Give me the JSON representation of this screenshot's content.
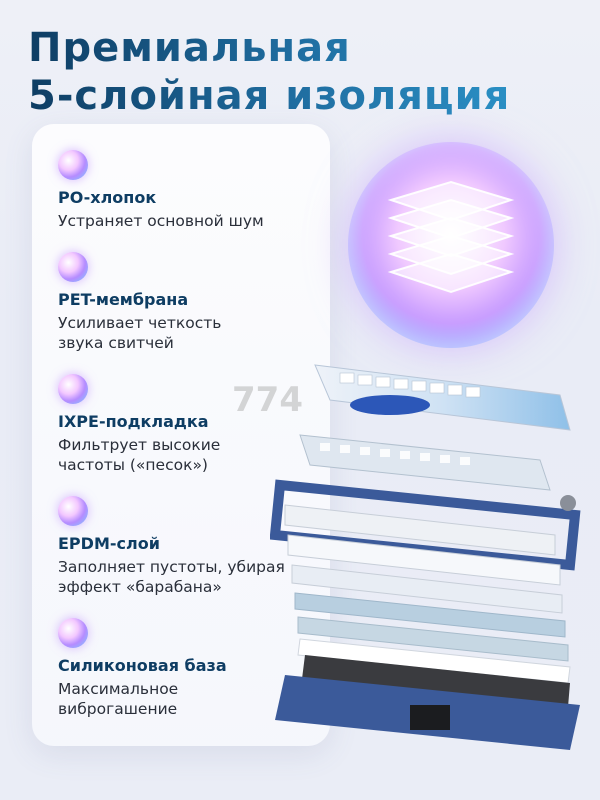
{
  "header": {
    "title_line1": "Премиальная",
    "title_line2": "5-слойная изоляция"
  },
  "watermark": "774",
  "features": [
    {
      "title": "PO-хлопок",
      "desc": "Устраняет основной шум"
    },
    {
      "title": "PET-мембрана",
      "desc": "Усиливает четкость звука свитчей"
    },
    {
      "title": "IXPE-подкладка",
      "desc": "Фильтрует высокие частоты («песок»)"
    },
    {
      "title": "EPDM-слой",
      "desc": "Заполняет пустоты, убирая эффект «барабана»"
    },
    {
      "title": "Силиконовая база",
      "desc": "Максимальное виброгашение"
    }
  ],
  "colors": {
    "title_gradient_start": "#0e3d63",
    "title_gradient_end": "#2a8fc4",
    "feature_title": "#0e3d63",
    "case_blue": "#3b5a9a"
  }
}
